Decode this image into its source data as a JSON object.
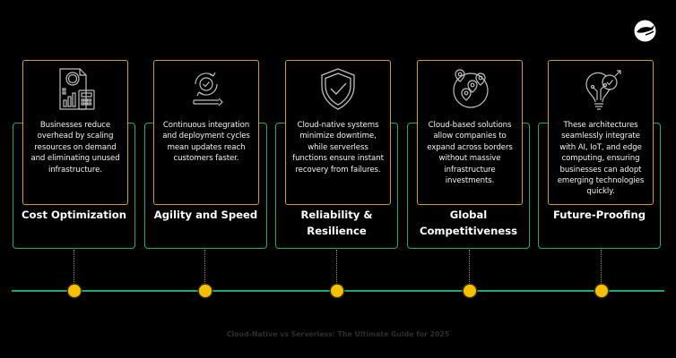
{
  "logo": {
    "icon": "fish-logo-icon"
  },
  "cards": [
    {
      "icon": "finance-calculator-icon",
      "description": "Businesses reduce overhead by scaling resources on demand and eliminating unused infrastructure.",
      "title": "Cost Optimization"
    },
    {
      "icon": "continuous-cycle-check-icon",
      "description": "Continuous integration and deployment cycles mean updates reach customers faster.",
      "title": "Agility and Speed"
    },
    {
      "icon": "shield-check-icon",
      "description": "Cloud-native systems minimize downtime, while serverless functions ensure instant recovery from failures.",
      "title": "Reliability & Resilience"
    },
    {
      "icon": "globe-location-pins-icon",
      "description": "Cloud-based solutions allow companies to expand across borders without massive infrastructure investments.",
      "title": "Global Competitiveness"
    },
    {
      "icon": "lightbulb-circuit-clock-icon",
      "description": "These architectures seamlessly integrate with AI, IoT, and edge computing, ensuring businesses can adopt emerging technologies quickly.",
      "title": "Future-Proofing"
    }
  ],
  "footer": {
    "caption": "Cloud-Native vs Serverless: The Ultimate Guide for 2025"
  },
  "colors": {
    "background": "#000000",
    "accent_green": "#1fa77a",
    "accent_gold": "#c9a018",
    "dot_yellow": "#f6c000"
  }
}
